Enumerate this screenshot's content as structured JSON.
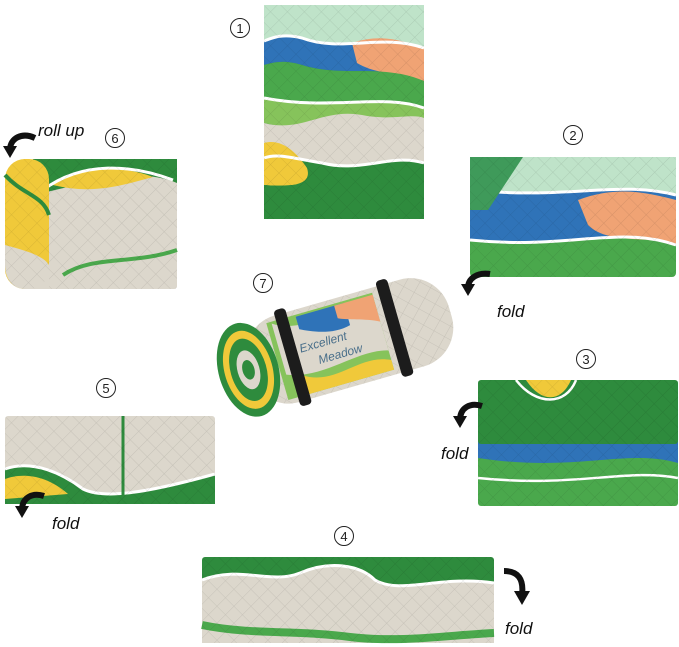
{
  "steps": {
    "s1": "1",
    "s2": "2",
    "s3": "3",
    "s4": "4",
    "s5": "5",
    "s6": "6",
    "s7": "7"
  },
  "labels": {
    "roll_up": "roll up",
    "fold_2": "fold",
    "fold_3": "fold",
    "fold_4": "fold",
    "fold_5": "fold"
  },
  "roll_text": {
    "line1": "Excellent",
    "line2": "Meadow"
  },
  "colors": {
    "dark_green": "#2e8b3d",
    "green": "#4aa84c",
    "light_green": "#86c35b",
    "blue": "#2f73b8",
    "peach": "#f0a374",
    "mint": "#bfe3c9",
    "beige": "#dcd7cc",
    "yellow": "#f0c93a",
    "white": "#ffffff"
  },
  "icons": {
    "arrow": "curved-arrow-icon"
  }
}
